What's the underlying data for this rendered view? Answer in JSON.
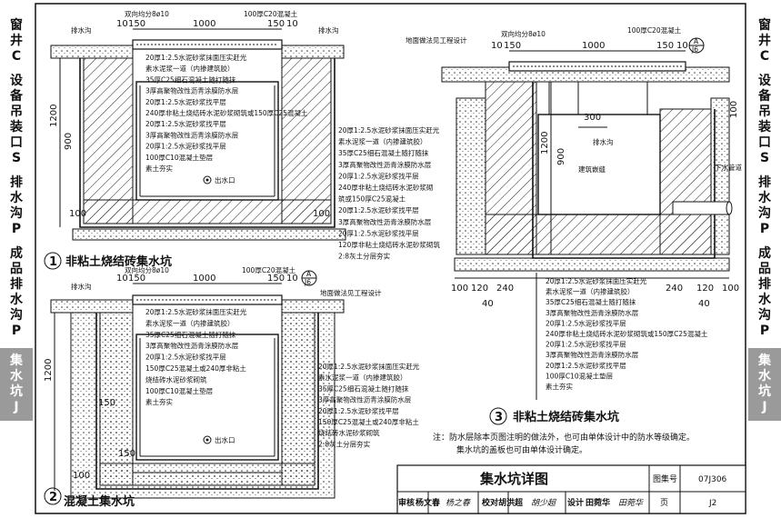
{
  "side_tabs": [
    {
      "label": "窗井C",
      "active": false
    },
    {
      "label": "设备吊装口S",
      "active": false
    },
    {
      "label": "排水沟P",
      "active": false
    },
    {
      "label": "成品排水沟P",
      "active": false
    },
    {
      "label": "集水坑J",
      "active": true
    }
  ],
  "detail1": {
    "number": "1",
    "title": "非粘土烧结砖集水坑",
    "top_dims": [
      "10",
      "150",
      "1000",
      "150",
      "10"
    ],
    "top_label_rebar": "双向均分8ø10",
    "top_label_concrete": "100厚C20混凝土",
    "drain_left": "排水沟",
    "drain_right": "排水沟",
    "dims_left": [
      "1200",
      "900",
      "100"
    ],
    "dims_right": [
      "100"
    ],
    "outlet": "出水口",
    "inner_notes": [
      "20厚1:2.5水泥砂浆抹面压实赶光",
      "素水泥浆一道（内掺建筑胶）",
      "35厚C25细石混凝土随打随抹",
      "3厚高聚物改性沥青涂膜防水层",
      "20厚1:2.5水泥砂浆找平层",
      "240厚非粘土烧结砖水泥砂浆砌筑或150厚C25混凝土",
      "20厚1:2.5水泥砂浆找平层",
      "3厚高聚物改性沥青涂膜防水层",
      "20厚1:2.5水泥砂浆找平层",
      "100厚C10混凝土垫层",
      "素土夯实"
    ],
    "right_notes": [
      "20厚1:2.5水泥砂浆抹面压实赶光",
      "素水泥浆一道（内掺建筑胶）",
      "35厚C25细石混凝土随打随抹",
      "3厚高聚物改性沥青涂膜防水层",
      "20厚1:2.5水泥砂浆找平层",
      "240厚非粘土烧结砖水泥砂浆砌",
      "筑或150厚C25混凝土",
      "20厚1:2.5水泥砂浆找平层",
      "3厚高聚物改性沥青涂膜防水层",
      "20厚1:2.5水泥砂浆找平层",
      "120厚非粘土烧结砖水泥砂浆砌筑",
      "2:8灰土分层夯实"
    ]
  },
  "detail2": {
    "number": "2",
    "title": "混凝土集水坑",
    "top_dims": [
      "10",
      "150",
      "1000",
      "150",
      "10"
    ],
    "top_label_rebar": "双向均分8ø10",
    "top_label_concrete": "100厚C20混凝土",
    "drain_left": "排水沟",
    "ref_ground": "地面做法见工程设计",
    "callout_letter": "A",
    "callout_sheet": "J6",
    "dims_left": [
      "1200",
      "150",
      "100"
    ],
    "dims_inner": [
      "150"
    ],
    "outlet": "出水口",
    "inner_notes": [
      "20厚1:2.5水泥砂浆抹面压实赶光",
      "素水泥浆一道（内掺建筑胶）",
      "35厚C25细石混凝土随打随抹",
      "3厚高聚物改性沥青涂膜防水层",
      "20厚1:2.5水泥砂浆找平层",
      "150厚C25混凝土或240厚非粘土",
      "烧结砖水泥砂浆砌筑",
      "100厚C10混凝土垫层",
      "素土夯实"
    ],
    "right_notes": [
      "20厚1:2.5水泥砂浆抹面压实赶光",
      "素水泥浆一道（内掺建筑胶）",
      "35厚C25细石混凝土随打随抹",
      "3厚高聚物改性沥青涂膜防水层",
      "20厚1:2.5水泥砂浆找平层",
      "150厚C25混凝土或240厚非粘土",
      "烧结砖水泥砂浆砌筑",
      "2:8灰土分层夯实"
    ]
  },
  "detail3": {
    "number": "3",
    "title": "非粘土烧结砖集水坑",
    "ref_ground": "地面做法见工程设计",
    "top_label_rebar": "双向均分8ø10",
    "top_label_concrete": "100厚C20混凝土",
    "top_dims": [
      "10",
      "150",
      "1000",
      "150",
      "10"
    ],
    "callout_letter": "A",
    "callout_sheet": "J6",
    "dim_300": "300",
    "drain": "排水沟",
    "dims_vertical": [
      "1200",
      "900"
    ],
    "dim_right_100": "100",
    "embedded": "建筑嵌缝",
    "pipe": "下水管道",
    "bottom_dims": [
      "100",
      "120",
      "240",
      "240",
      "120",
      "100"
    ],
    "bottom_dims_40": [
      "40",
      "40"
    ],
    "notes": [
      "20厚1:2.5水泥砂浆抹面压实赶光",
      "素水泥浆一道（内掺建筑胶）",
      "35厚C25细石混凝土随打随抹",
      "3厚高聚物改性沥青涂膜防水层",
      "20厚1:2.5水泥砂浆找平层",
      "240厚非粘土烧结砖水泥砂浆砌筑或150厚C25混凝土",
      "20厚1:2.5水泥砂浆找平层",
      "3厚高聚物改性沥青涂膜防水层",
      "20厚1:2.5水泥砂浆找平层",
      "100厚C10混凝土垫层",
      "素土夯实"
    ]
  },
  "note": {
    "line1": "注：防水层除本页图注明的做法外，也可由单体设计中的防水等级确定。",
    "line2": "集水坑的盖板也可由单体设计确定。"
  },
  "title_block": {
    "title": "集水坑详图",
    "atlas_label": "图集号",
    "atlas_no": "07J306",
    "review_label": "审核",
    "reviewer": "杨文春",
    "review_sign": "杨之春",
    "check_label": "校对",
    "checker": "胡洪超",
    "check_sign": "胡少超",
    "design_label": "设计",
    "designer": "田菀华",
    "design_sign": "田菀华",
    "page_label": "页",
    "page_no": "J2"
  }
}
